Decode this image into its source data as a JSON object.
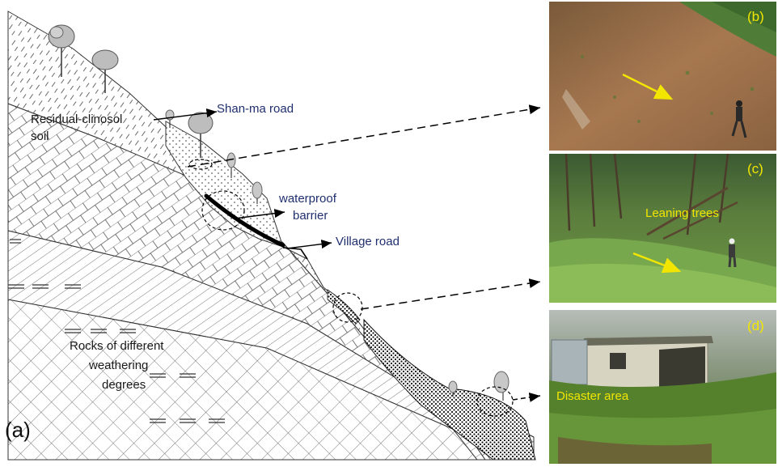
{
  "figure": {
    "panel_a": "(a)",
    "labels": {
      "soil": "Residual-clinosol",
      "soil_cont": "soil",
      "shanma_road": "Shan-ma road",
      "barrier_1": "waterproof",
      "barrier_2": "barrier",
      "village_road": "Village road",
      "rocks_1": "Rocks of different",
      "rocks_2": "weathering",
      "rocks_3": "degrees"
    },
    "photos": {
      "b": {
        "label": "(b)"
      },
      "c": {
        "label": "(c)",
        "caption": "Leaning trees"
      },
      "d": {
        "label": "(d)",
        "caption": "Disaster area"
      }
    },
    "colors": {
      "photo_label": "#f2e600",
      "arrow": "#f2e600",
      "road_label": "#1f2f6e"
    }
  }
}
